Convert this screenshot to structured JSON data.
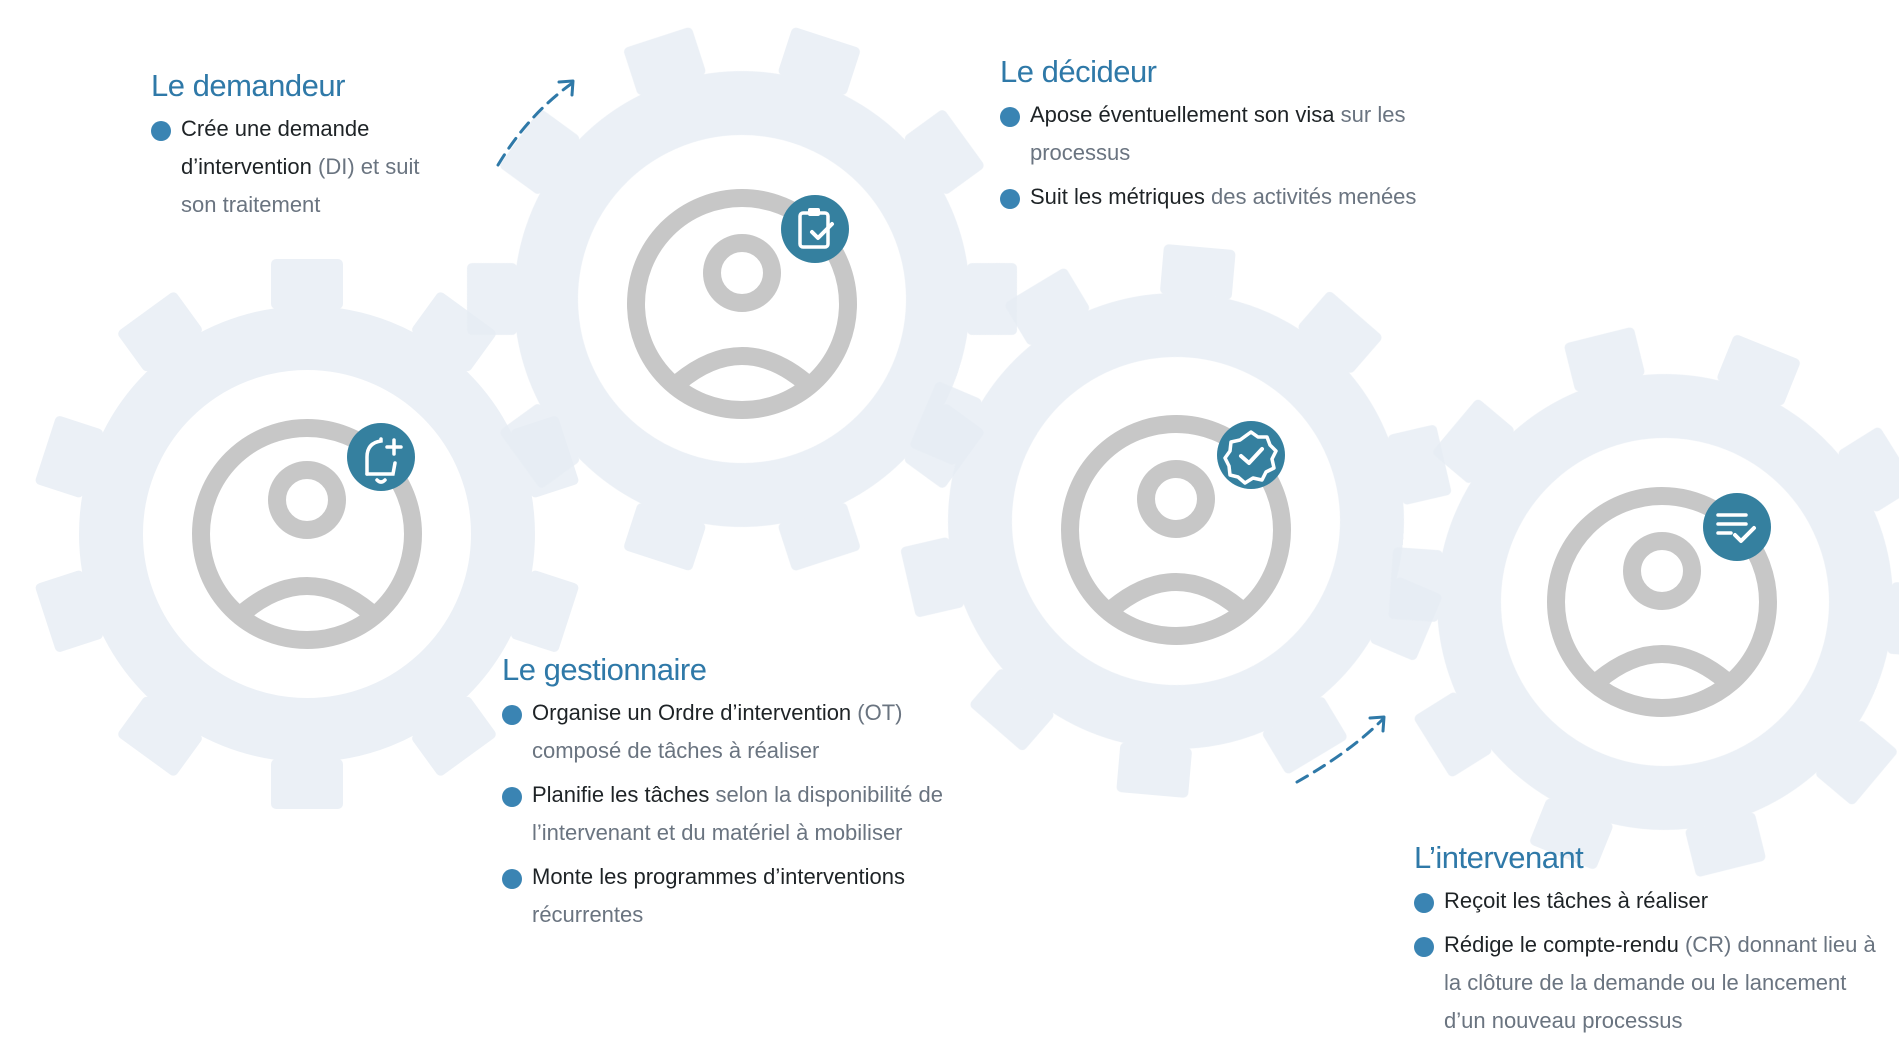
{
  "colors": {
    "accent": "#2f79a8",
    "badge": "#35809f",
    "bullet": "#3a84b3",
    "person": "#c7c7c7",
    "gear": "#e6ecf3",
    "text_strong": "#1e2326",
    "text_muted": "#6a7480"
  },
  "roles": {
    "demandeur": {
      "title": "Le demandeur",
      "badge_icon": "bell-plus-icon",
      "bullets": [
        {
          "strong": "Crée une demande d’intervention",
          "muted": "(DI) et suit son traitement"
        }
      ]
    },
    "decideur": {
      "title": "Le décideur",
      "badge_icon": "clipboard-check-icon",
      "bullets": [
        {
          "strong": "Apose éventuellement son visa",
          "muted": "sur les processus"
        },
        {
          "strong": "Suit les métriques",
          "muted": "des activités menées"
        }
      ]
    },
    "gestionnaire": {
      "title": "Le gestionnaire",
      "badge_icon": "badge-check-icon",
      "bullets": [
        {
          "strong": "Organise un Ordre d’intervention",
          "muted": "(OT) composé de tâches à réaliser"
        },
        {
          "strong": "Planifie les tâches",
          "muted": "selon la disponibilité de l’intervenant et du matériel à mobiliser"
        },
        {
          "strong": "Monte les programmes d’interventions",
          "muted": "récurrentes"
        }
      ]
    },
    "intervenant": {
      "title": "L’intervenant",
      "badge_icon": "list-check-icon",
      "bullets": [
        {
          "strong": "Reçoit les tâches à réaliser",
          "muted": ""
        },
        {
          "strong": "Rédige le compte-rendu",
          "muted": "(CR) donnant lieu à la clôture de la demande ou le lancement d’un nouveau processus"
        }
      ]
    }
  }
}
